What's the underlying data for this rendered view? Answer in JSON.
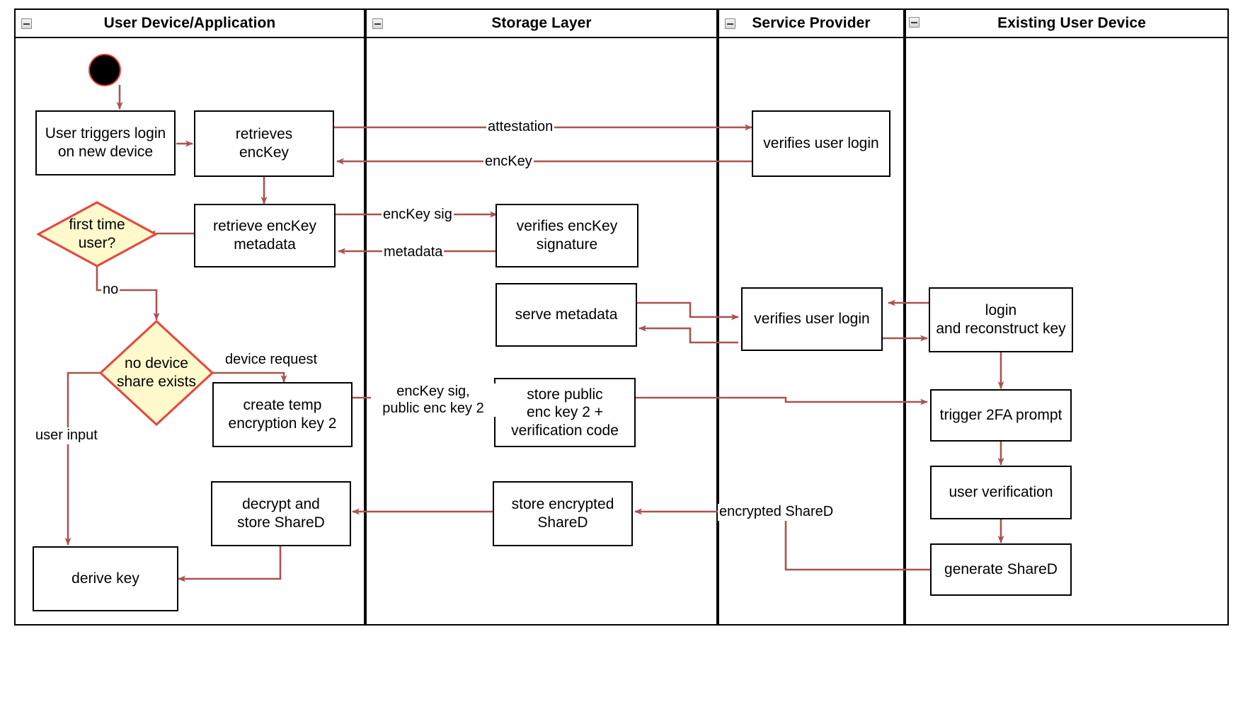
{
  "diagram": {
    "type": "uml-activity-swimlane",
    "colors": {
      "edge": "#a85450",
      "decision_fill": "#fff9cc",
      "decision_stroke": "#e8453c",
      "node_stroke": "#000000",
      "lane_stroke": "#000000",
      "start_fill": "#000000",
      "start_stroke": "#e8453c"
    }
  },
  "lanes": [
    {
      "id": "user-device",
      "title": "User Device/Application",
      "collapse_icon": "collapse-minus-icon"
    },
    {
      "id": "storage-layer",
      "title": "Storage Layer",
      "collapse_icon": "collapse-minus-icon"
    },
    {
      "id": "service-provider",
      "title": "Service Provider",
      "collapse_icon": "collapse-minus-icon"
    },
    {
      "id": "existing-user-device",
      "title": "Existing User Device",
      "collapse_icon": "collapse-minus-icon"
    }
  ],
  "nodes": [
    {
      "id": "start",
      "lane": "user-device",
      "shape": "initial",
      "label": ""
    },
    {
      "id": "user-triggers-login",
      "lane": "user-device",
      "shape": "action",
      "label": "User triggers login\non new device"
    },
    {
      "id": "retrieves-enckey",
      "lane": "user-device",
      "shape": "action",
      "label": "retrieves\nencKey"
    },
    {
      "id": "retrieve-enckey-metadata",
      "lane": "user-device",
      "shape": "action",
      "label": "retrieve encKey\nmetadata"
    },
    {
      "id": "first-time-user",
      "lane": "user-device",
      "shape": "decision",
      "label": "first time\nuser?"
    },
    {
      "id": "no-device-share-exists",
      "lane": "user-device",
      "shape": "decision",
      "label": "no device\nshare exists"
    },
    {
      "id": "create-temp-encryption-key-2",
      "lane": "user-device",
      "shape": "action",
      "label": "create temp\nencryption key 2"
    },
    {
      "id": "decrypt-and-store-shared",
      "lane": "user-device",
      "shape": "action",
      "label": "decrypt and\nstore ShareD"
    },
    {
      "id": "derive-key",
      "lane": "user-device",
      "shape": "action",
      "label": "derive key"
    },
    {
      "id": "verifies-enckey-signature",
      "lane": "storage-layer",
      "shape": "action",
      "label": "verifies encKey\nsignature"
    },
    {
      "id": "serve-metadata",
      "lane": "storage-layer",
      "shape": "action",
      "label": "serve metadata"
    },
    {
      "id": "store-public-enc-key-2",
      "lane": "storage-layer",
      "shape": "action",
      "label": "store public\nenc key 2 +\nverification code"
    },
    {
      "id": "store-encrypted-shared",
      "lane": "storage-layer",
      "shape": "action",
      "label": "store encrypted\nShareD"
    },
    {
      "id": "verifies-user-login-1",
      "lane": "service-provider",
      "shape": "action",
      "label": "verifies user login"
    },
    {
      "id": "verifies-user-login-2",
      "lane": "service-provider",
      "shape": "action",
      "label": "verifies user login"
    },
    {
      "id": "login-and-reconstruct-key",
      "lane": "existing-user-device",
      "shape": "action",
      "label": "login\nand reconstruct key"
    },
    {
      "id": "trigger-2fa-prompt",
      "lane": "existing-user-device",
      "shape": "action",
      "label": "trigger 2FA prompt"
    },
    {
      "id": "user-verification",
      "lane": "existing-user-device",
      "shape": "action",
      "label": "user verification"
    },
    {
      "id": "generate-shared",
      "lane": "existing-user-device",
      "shape": "action",
      "label": "generate ShareD"
    }
  ],
  "edge_labels": [
    {
      "id": "attestation",
      "text": "attestation"
    },
    {
      "id": "enckey",
      "text": "encKey"
    },
    {
      "id": "enckey-sig",
      "text": "encKey sig"
    },
    {
      "id": "metadata",
      "text": "metadata"
    },
    {
      "id": "no",
      "text": "no"
    },
    {
      "id": "device-request",
      "text": "device request"
    },
    {
      "id": "enckey-sig-public-enc-key-2",
      "text": "encKey sig,\npublic enc key 2"
    },
    {
      "id": "user-input",
      "text": "user input"
    },
    {
      "id": "encrypted-shared",
      "text": "encrypted ShareD"
    }
  ]
}
